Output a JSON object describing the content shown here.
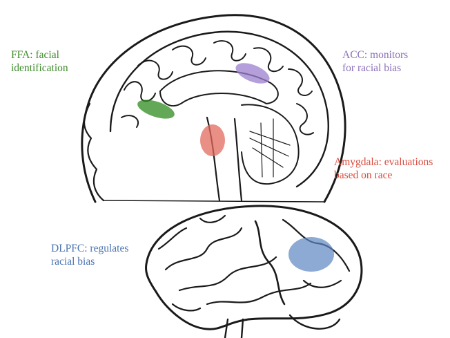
{
  "labels": {
    "ffa": {
      "line1": "FFA: facial",
      "line2": "identification",
      "color": "#3d8a2a"
    },
    "acc": {
      "line1": "ACC: monitors",
      "line2": "for racial bias",
      "color": "#8a6fb8"
    },
    "amygdala": {
      "line1": "Amygdala: evaluations",
      "line2": "based on race",
      "color": "#d94a3c"
    },
    "dlpfc": {
      "line1": "DLPFC: regulates",
      "line2": "racial bias",
      "color": "#4b74b0"
    }
  },
  "regions": {
    "ffa": {
      "color": "#2e8b1e",
      "opacity": 0.75
    },
    "acc": {
      "color": "#9b7fcf",
      "opacity": 0.75
    },
    "amygdala": {
      "color": "#e36a5e",
      "opacity": 0.75
    },
    "dlpfc": {
      "color": "#5b86c0",
      "opacity": 0.7
    }
  }
}
